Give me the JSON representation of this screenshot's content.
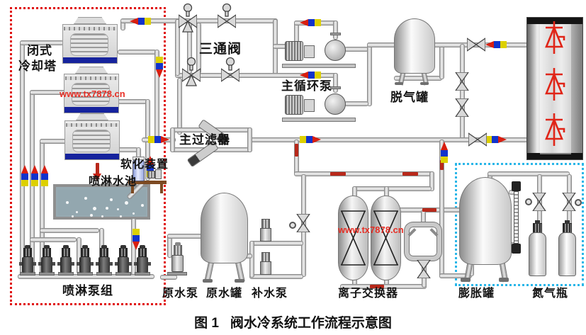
{
  "diagram": {
    "caption": {
      "prefix": "图 1",
      "text": "阀水冷系统工作流程示意图"
    },
    "watermark": "www.tx7878.cn",
    "labels": {
      "closed_cooling_tower_line1": "闭式",
      "closed_cooling_tower_line2": "冷却塔",
      "three_way_valve": "三通阀",
      "main_circulation_pump": "主循环泵",
      "degassing_tank": "脱气罐",
      "main_filter": "主过滤器",
      "softening_device": "软化装置",
      "spray_pool": "喷淋水池",
      "spray_pump_group": "喷淋泵组",
      "raw_water_pump": "原水泵",
      "raw_water_tank": "原水罐",
      "makeup_water_pump": "补水泵",
      "ion_exchanger": "离子交换器",
      "expansion_tank": "膨胀罐",
      "nitrogen_bottle": "氮气瓶"
    },
    "colors": {
      "closed_loop_boundary": "#e01111",
      "expansion_boundary": "#2ab6e8",
      "flow_yellow": "#ddd000",
      "flow_blue": "#1133cc",
      "flow_red": "#d81e10",
      "thyristor_red": "#e02518",
      "tower_basin_blue": "#16239d",
      "pool_water": "#97aab2",
      "watermark_red": "#e8281e"
    }
  }
}
